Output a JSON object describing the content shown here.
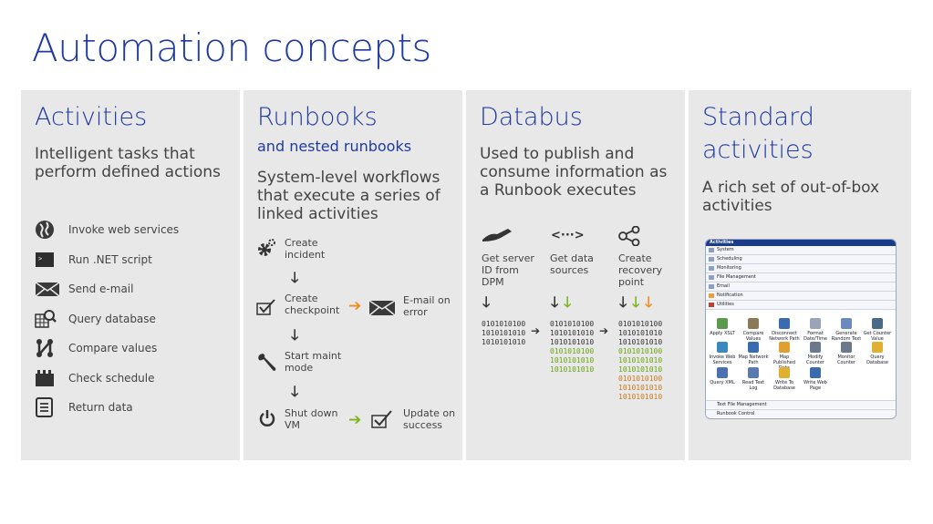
{
  "title": "Automation concepts",
  "activities": {
    "heading": "Activities",
    "subtitle": "Intelligent tasks that perform defined actions",
    "items": [
      {
        "label": "Invoke web services",
        "icon": "globe-icon"
      },
      {
        "label": "Run .NET script",
        "icon": "terminal-icon"
      },
      {
        "label": "Send e-mail",
        "icon": "envelope-icon"
      },
      {
        "label": "Query database",
        "icon": "database-search-icon"
      },
      {
        "label": "Compare values",
        "icon": "compare-icon"
      },
      {
        "label": "Check schedule",
        "icon": "calendar-icon"
      },
      {
        "label": "Return data",
        "icon": "document-icon"
      }
    ]
  },
  "runbooks": {
    "heading": "Runbooks",
    "nested": "and nested runbooks",
    "subtitle": "System-level workflows that execute a series of linked activities",
    "steps": {
      "create_incident": "Create incident",
      "create_checkpoint": "Create checkpoint",
      "email_error": "E-mail on error",
      "start_maint": "Start maint mode",
      "shutdown": "Shut down VM",
      "update_success": "Update on success"
    }
  },
  "databus": {
    "heading": "Databus",
    "subtitle": "Used to publish and consume information as a Runbook executes",
    "columns": [
      {
        "label": "Get server ID from DPM"
      },
      {
        "label": "Get data sources"
      },
      {
        "label": "Create recovery point"
      }
    ],
    "binary": "0101010100",
    "binary2": "1010101010",
    "binary3": "1010101010",
    "colors": {
      "green": "#6aa512",
      "orange": "#c87a1e"
    }
  },
  "standard": {
    "heading": "Standard activities",
    "subtitle": "A rich set of out-of-box activities",
    "ui": {
      "header": "Activities",
      "rows": [
        "System",
        "Scheduling",
        "Monitoring",
        "File Management",
        "Email",
        "Notification",
        "Utilities"
      ],
      "cells": [
        "Apply XSLT",
        "Compare Values",
        "Disconnect Network Path",
        "Format Date/Time",
        "Generate Random Text",
        "Get Counter Value",
        "Invoke Web Services",
        "Map Network Path",
        "Map Published Data",
        "Modify Counter",
        "Monitor Counter",
        "Query Database",
        "Query XML",
        "Read Text Log",
        "Write To Database",
        "Write Web Page"
      ],
      "footer1": "Text File Management",
      "footer2": "Runbook Control"
    }
  },
  "colors": {
    "accent": "#1f3aa0",
    "arrow_orange": "#f28c1e",
    "arrow_green": "#7ab51d"
  }
}
